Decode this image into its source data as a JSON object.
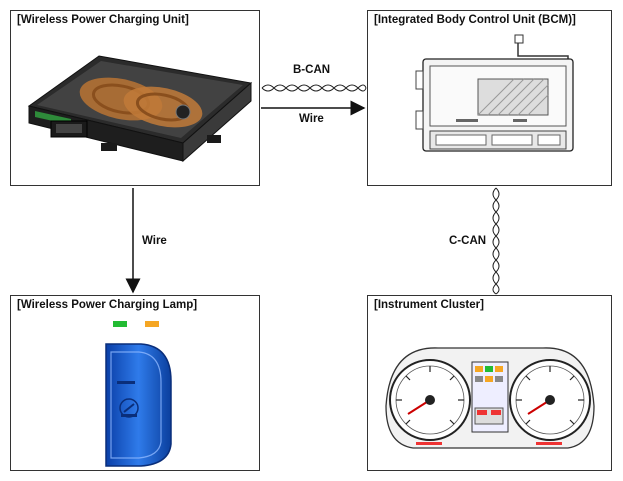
{
  "components": {
    "charging_unit": {
      "title": "[Wireless Power Charging Unit]"
    },
    "bcm": {
      "title": "[Integrated Body Control Unit (BCM)]"
    },
    "charging_lamp": {
      "title": "[Wireless Power Charging Lamp]"
    },
    "cluster": {
      "title": "[Instrument Cluster]"
    }
  },
  "connections": {
    "unit_to_bcm_can": "B-CAN",
    "unit_to_bcm_wire": "Wire",
    "unit_to_lamp_wire": "Wire",
    "bcm_to_cluster_can": "C-CAN"
  },
  "lamp_indicator_colors": {
    "green": "#22bb33",
    "amber": "#f5a623"
  },
  "icons": [
    "qi-charging-icon",
    "gauge-icon"
  ]
}
